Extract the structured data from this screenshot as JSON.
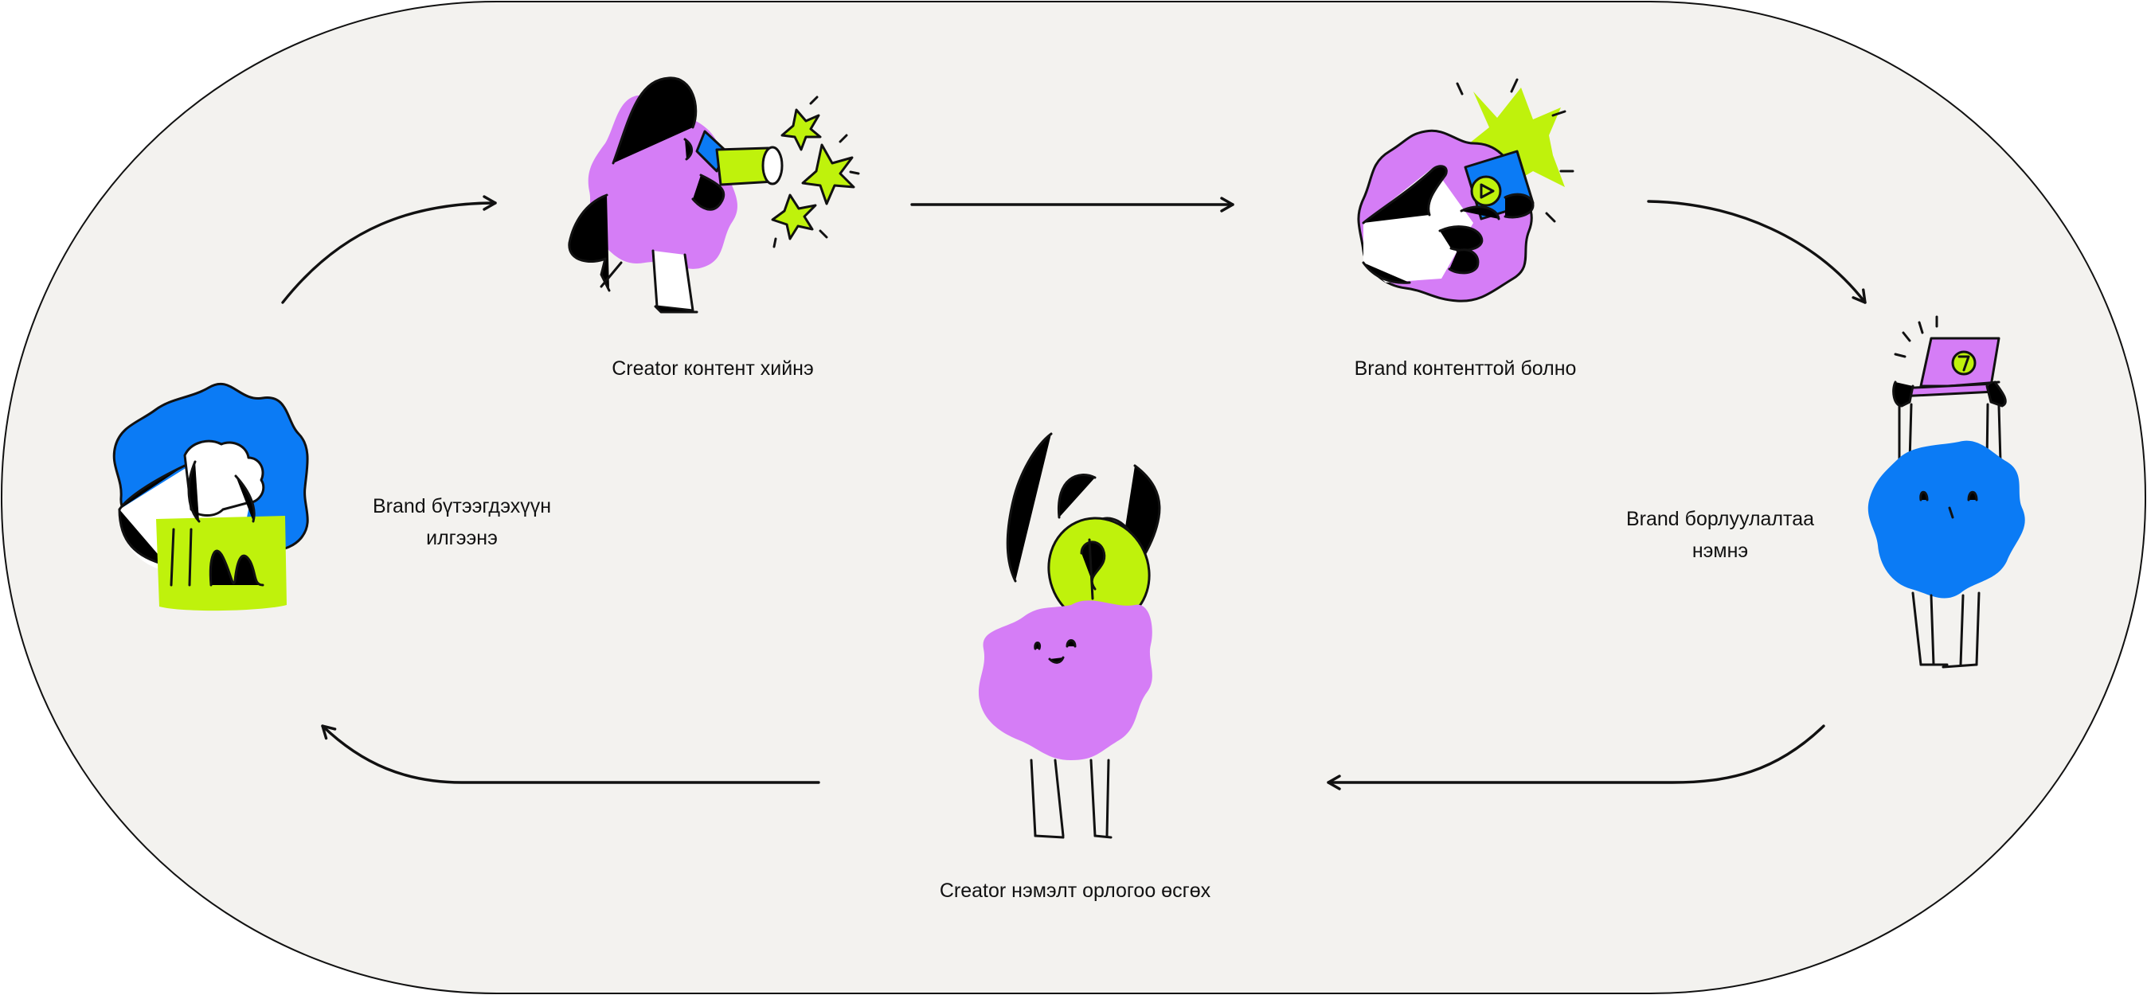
{
  "colors": {
    "background": "#F3F2EF",
    "outline": "#111111",
    "purple": "#D57DF6",
    "blue": "#0B7BF5",
    "lime": "#BFF20C",
    "white": "#FFFFFF"
  },
  "steps": [
    {
      "id": "send-product",
      "lines": [
        "Brand бүтээгдэхүүн",
        "илгээнэ"
      ],
      "icon": "shopping-bag-icon"
    },
    {
      "id": "make-content",
      "lines": [
        "Creator контент хийнэ"
      ],
      "icon": "camera-icon"
    },
    {
      "id": "get-content",
      "lines": [
        "Brand контенттой болно"
      ],
      "icon": "phone-icon"
    },
    {
      "id": "add-sales",
      "lines": [
        "Brand борлуулалтаа",
        "нэмнэ"
      ],
      "icon": "laptop-icon"
    },
    {
      "id": "grow-income",
      "lines": [
        "Creator нэмэлт орлогоо өсгөх"
      ],
      "icon": "coin-icon"
    }
  ]
}
